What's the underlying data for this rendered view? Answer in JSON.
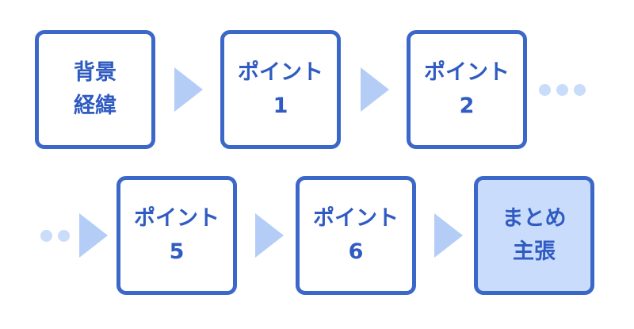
{
  "colors": {
    "border": "#3b67c9",
    "text": "#2f5bc2",
    "arrow": "#b4cdf7",
    "dots": "#c9dcfa",
    "highlight_fill": "#c9dcfb"
  },
  "steps": [
    {
      "line1": "背景",
      "line2": "経緯"
    },
    {
      "line1": "ポイント",
      "line2": "1"
    },
    {
      "line1": "ポイント",
      "line2": "2"
    },
    {
      "line1": "ポイント",
      "line2": "5"
    },
    {
      "line1": "ポイント",
      "line2": "6"
    },
    {
      "line1": "まとめ",
      "line2": "主張"
    }
  ],
  "highlighted_step": 6,
  "connectors": {
    "arrow_icon": "right-triangle-arrow",
    "ellipsis_icon": "three-dots-ellipsis"
  }
}
